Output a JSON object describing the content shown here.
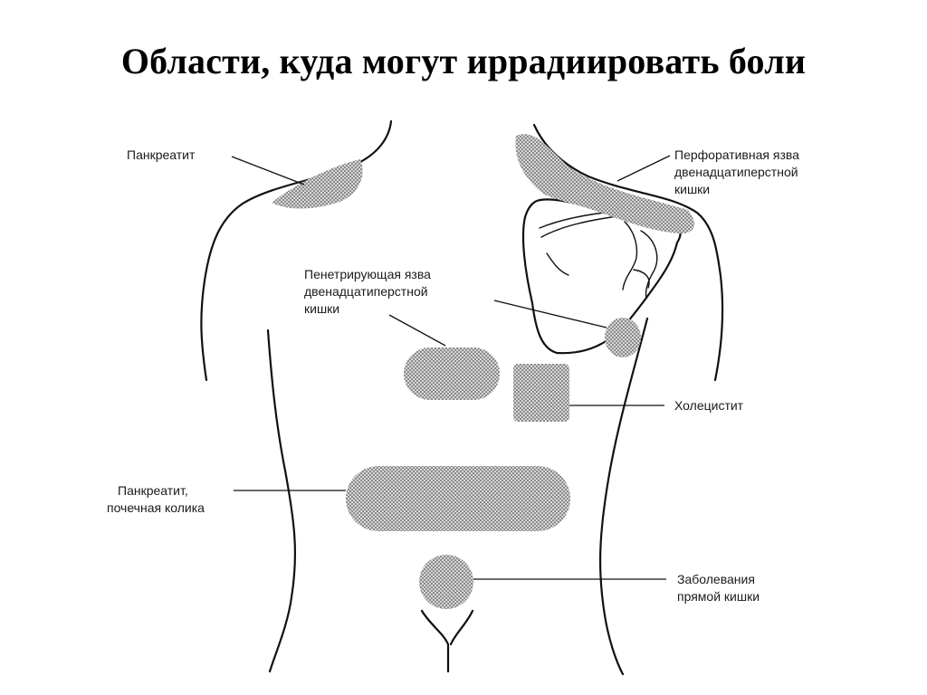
{
  "title": "Области, куда могут иррадиировать боли",
  "labels": {
    "pancreatitis_shoulder": [
      "Панкреатит"
    ],
    "perforated_ulcer": [
      "Перфоративная язва",
      "двенадцатиперстной",
      "кишки"
    ],
    "penetrating_ulcer": [
      "Пенетрирующая язва",
      "двенадцатиперстной",
      "кишки"
    ],
    "cholecystitis": [
      "Холецистит"
    ],
    "pancreatitis_renal": [
      "Панкреатит,",
      "почечная колика"
    ],
    "rectal_disease": [
      "Заболевания",
      "прямой кишки"
    ]
  },
  "colors": {
    "ink": "#111111",
    "stipple": "#555555",
    "background": "#ffffff"
  }
}
